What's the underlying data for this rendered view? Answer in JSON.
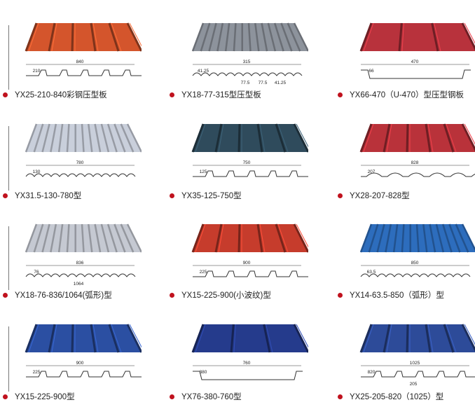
{
  "products": [
    {
      "name": "YX25-210-840彩钢压型板",
      "color": "#d4552c",
      "dims": [
        "840",
        "210"
      ],
      "profile": "trap"
    },
    {
      "name": "YX18-77-315型压型板",
      "color": "#8d939c",
      "dims": [
        "315",
        "41.25",
        "77.5",
        "77.5",
        "41.25"
      ],
      "profile": "wave"
    },
    {
      "name": "YX66-470（U-470）型压型钢板",
      "color": "#b8323c",
      "dims": [
        "470",
        "66"
      ],
      "profile": "u"
    },
    {
      "name": "YX31.5-130-780型",
      "color": "#c9cfdb",
      "dims": [
        "780",
        "130"
      ],
      "profile": "wave"
    },
    {
      "name": "YX35-125-750型",
      "color": "#2f4b5c",
      "dims": [
        "750",
        "125"
      ],
      "profile": "trap"
    },
    {
      "name": "YX28-207-828型",
      "color": "#b9323a",
      "dims": [
        "828",
        "207"
      ],
      "profile": "arc"
    },
    {
      "name": "YX18-76-836/1064(弧形)型",
      "color": "#c5c9d2",
      "dims": [
        "836",
        "76",
        "1064"
      ],
      "profile": "wave"
    },
    {
      "name": "YX15-225-900(小波纹)型",
      "color": "#c63c2c",
      "dims": [
        "900",
        "225"
      ],
      "profile": "trap"
    },
    {
      "name": "YX14-63.5-850（弧形）型",
      "color": "#2d6dbd",
      "dims": [
        "850",
        "63.5"
      ],
      "profile": "wave"
    },
    {
      "name": "YX15-225-900型",
      "color": "#2b4fa2",
      "dims": [
        "900",
        "225"
      ],
      "profile": "trap"
    },
    {
      "name": "YX76-380-760型",
      "color": "#253b8c",
      "dims": [
        "760",
        "380"
      ],
      "profile": "u"
    },
    {
      "name": "YX25-205-820（1025）型",
      "color": "#2d4b99",
      "dims": [
        "1025",
        "820",
        "205"
      ],
      "profile": "trap"
    }
  ]
}
